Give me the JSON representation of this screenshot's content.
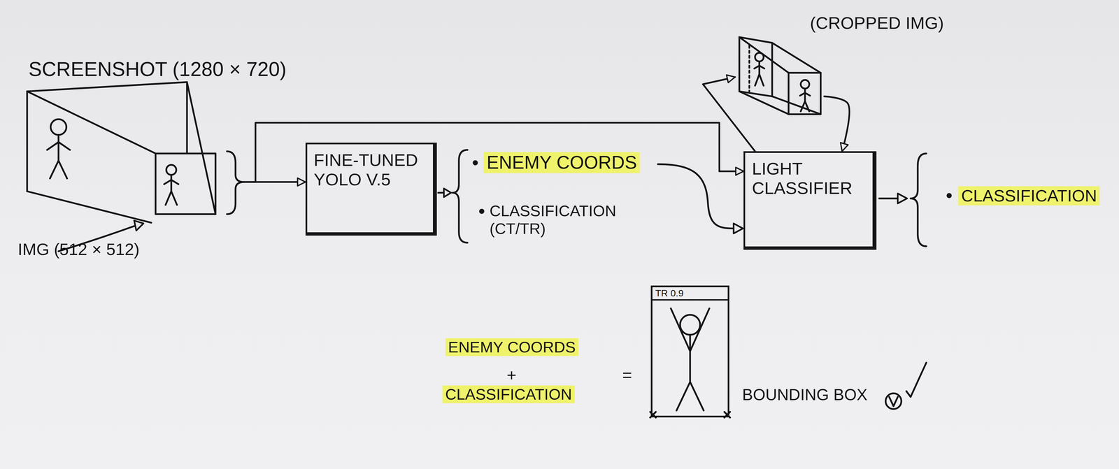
{
  "diagram": {
    "nodes": [
      {
        "text": [
          "SCREENSHOT (1280 × 720)"
        ]
      },
      {
        "text": [
          "FINE-TUNED YOLO V.5"
        ]
      },
      {
        "text": [
          "LIGHT CLASSIFIER"
        ]
      },
      {
        "text": [
          "(CROPPED IMG)"
        ]
      },
      {
        "text": [
          "TR 0.9"
        ]
      }
    ],
    "edges": [
      {
        "from": 0,
        "to": 1,
        "arrow": "to"
      },
      {
        "from": 0,
        "to": 2,
        "arrow": "to"
      },
      {
        "from": 2,
        "to": 3,
        "arrow": "to"
      },
      {
        "from": 3,
        "to": 2,
        "arrow": "to"
      }
    ],
    "labels": [
      "IMG (512 × 512)",
      "ENEMY COORDS",
      "CLASSIFICATION (CT/TR)",
      "CLASSIFICATION",
      "ENEMY COORDS",
      "+",
      "CLASSIFICATION",
      "=",
      "BOUNDING BOX"
    ]
  }
}
